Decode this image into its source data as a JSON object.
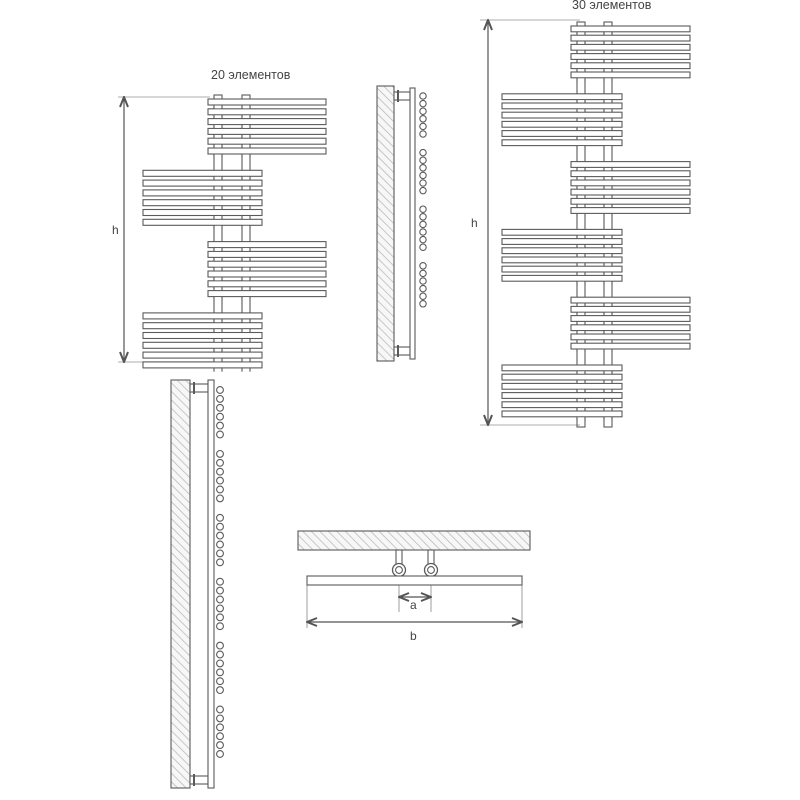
{
  "diagram": {
    "colors": {
      "stroke": "#5a5a5a",
      "fill": "#ffffff",
      "hatch": "#bbbbbb",
      "wall_fill": "#f7f7f7",
      "arrow": "#555555"
    },
    "labels": {
      "left_title": "20 элементов",
      "right_title": "30 элементов",
      "height_left": "h",
      "height_right": "h",
      "width_a": "a",
      "width_b": "b"
    },
    "left_radiator": {
      "element_count": 20,
      "groups": [
        {
          "bars": 6,
          "side": "right"
        },
        {
          "bars": 6,
          "side": "left"
        },
        {
          "bars": 6,
          "side": "right"
        },
        {
          "bars": 6,
          "side": "left"
        }
      ]
    },
    "right_radiator": {
      "element_count": 30,
      "groups": [
        {
          "bars": 6,
          "side": "right"
        },
        {
          "bars": 6,
          "side": "left"
        },
        {
          "bars": 6,
          "side": "right"
        },
        {
          "bars": 6,
          "side": "left"
        },
        {
          "bars": 6,
          "side": "right"
        },
        {
          "bars": 6,
          "side": "left"
        }
      ]
    },
    "small_side_view": {
      "tube_groups": 4,
      "tubes_per_group": 6
    },
    "large_side_view": {
      "tube_groups": 6,
      "tubes_per_group": 6
    }
  }
}
